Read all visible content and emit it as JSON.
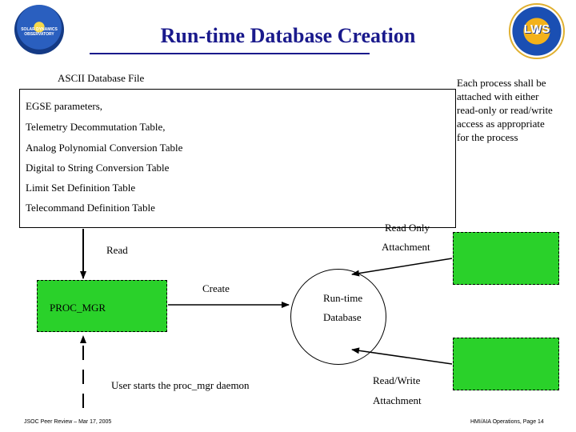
{
  "header": {
    "title": "Run-time Database Creation",
    "logo_left_text": "SOLAR DYNAMICS OBSERVATORY",
    "logo_right_text": "LWS"
  },
  "ascii_file": {
    "heading": "ASCII Database File",
    "lines": [
      "EGSE parameters,",
      "Telemetry Decommutation Table,",
      "Analog Polynomial Conversion Table",
      "Digital to String Conversion Table",
      "Limit Set Definition Table",
      "Telecommand Definition Table"
    ]
  },
  "note": "Each process shall be attached with either read-only or read/write access as appropriate for the process",
  "labels": {
    "read": "Read",
    "create": "Create",
    "read_only": "Read Only",
    "attachment_top": "Attachment",
    "read_write": "Read/Write",
    "attachment_bottom": "Attachment",
    "user_starts": "User starts the proc_mgr daemon"
  },
  "nodes": {
    "proc_mgr": "PROC_MGR",
    "database_line1": "Run-time",
    "database_line2": "Database"
  },
  "colors": {
    "title": "#1a1a8c",
    "process_box": "#2ad12a"
  },
  "footer": {
    "left": "JSOC Peer Review – Mar 17, 2005",
    "right": "HMI/AIA Operations, Page 14"
  }
}
